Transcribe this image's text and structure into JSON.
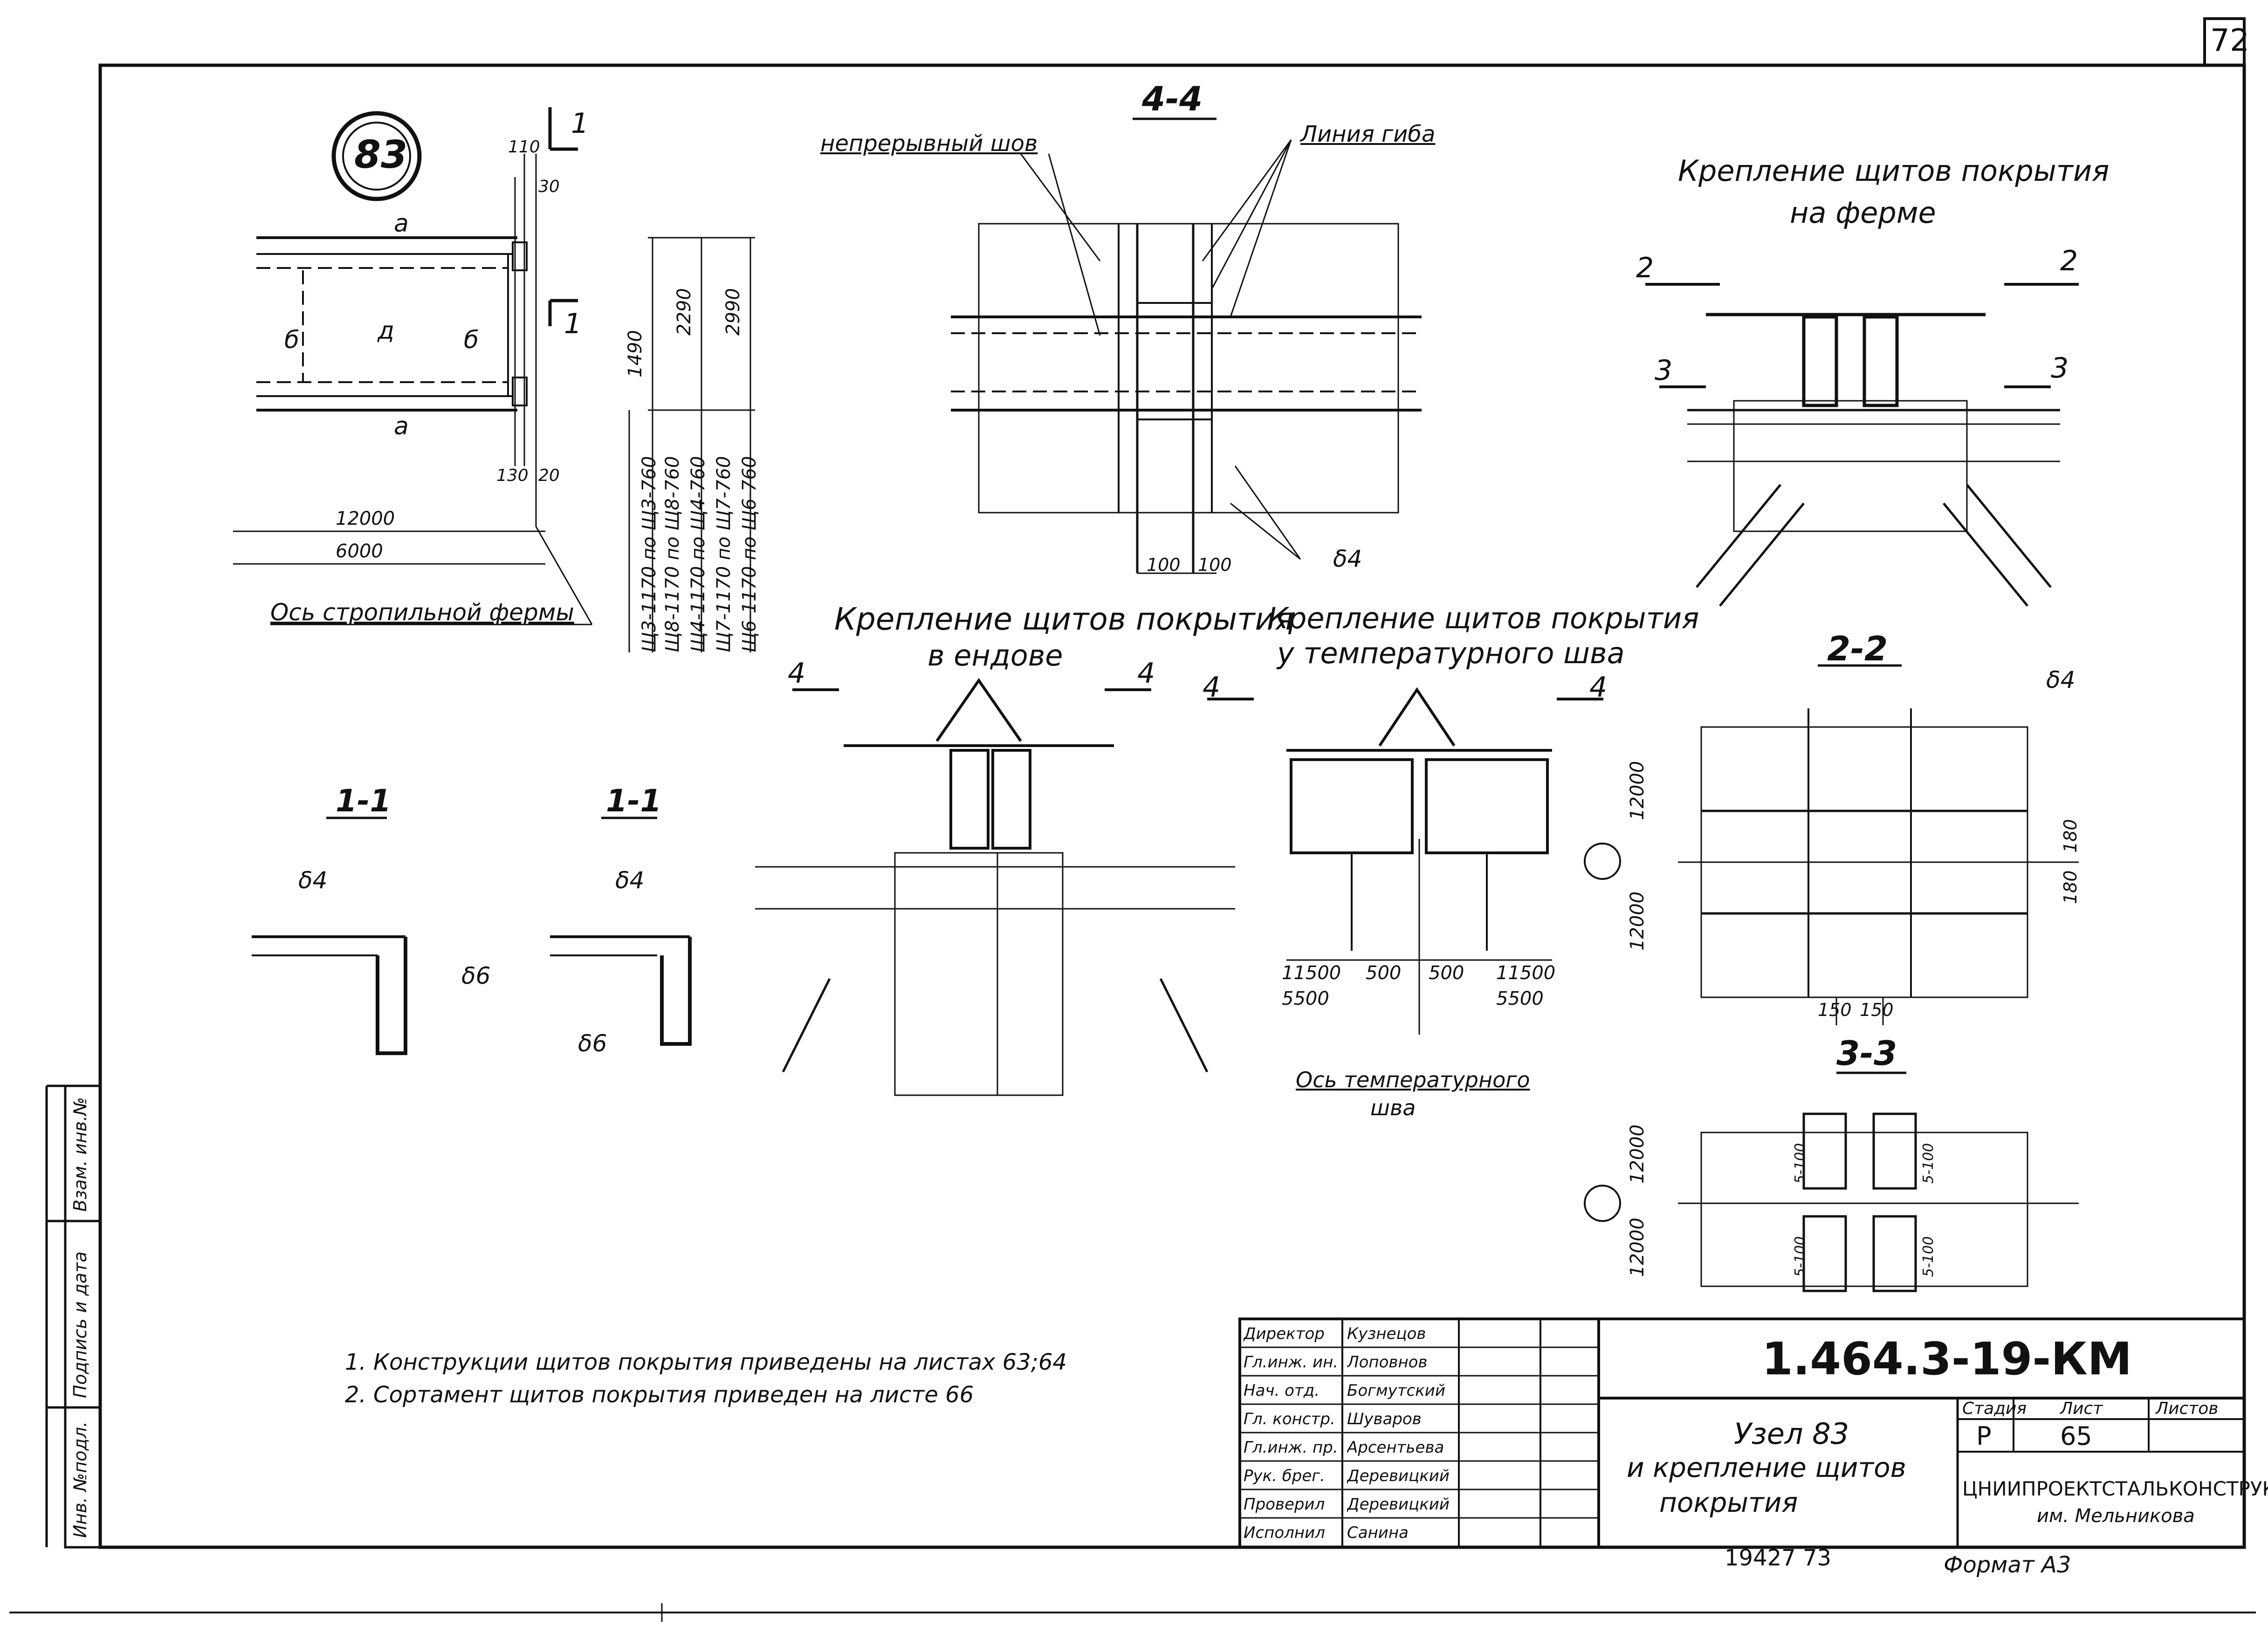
{
  "page_number": "72",
  "node": {
    "number": "83"
  },
  "sections": {
    "s44": "4-4",
    "s11a": "1-1",
    "s11b": "1-1",
    "s22": "2-2",
    "s33": "3-3"
  },
  "section_marks": {
    "one": "1",
    "two": "2",
    "three": "3",
    "four": "4"
  },
  "captions": {
    "truss": [
      "Крепление щитов покрытия",
      "на ферме"
    ],
    "valley": [
      "Крепление щитов покрытия",
      "в ендове"
    ],
    "joint": [
      "Крепление щитов покрытия",
      "у температурного шва"
    ]
  },
  "labels": {
    "continuous_weld": "непрерывный шов",
    "bend_line": "Линия гиба",
    "truss_axis": "Ось стропильной фермы",
    "joint_axis": [
      "Ось температурного",
      "шва"
    ],
    "a": "а",
    "b": "б",
    "d": "д",
    "s4": "δ4",
    "s6": "δ6"
  },
  "dims": {
    "d110": "110",
    "d30": "30",
    "d130": "130",
    "d20": "20",
    "d12000": "12000",
    "d6000": "6000",
    "d1490": "1490",
    "d2290": "2290",
    "d2990": "2990",
    "d100a": "100",
    "d100b": "100",
    "d11500": "11500",
    "d5500": "5500",
    "d500": "500",
    "d180": "180",
    "d150": "150",
    "d5_100": "5-100"
  },
  "panel_ranges": [
    "Щ3-1170 по Щ3-760",
    "Щ8-1170 по Щ8-760",
    "Щ4-1170 по Щ4-760",
    "Щ7-1170 по Щ7-760",
    "Щ6-1170 по Щ6-760"
  ],
  "notes": [
    "1. Конструкции щитов покрытия приведены на листах 63;64",
    "2. Сортамент щитов покрытия приведен на листе 66"
  ],
  "side_stamp": [
    "Инв. №подл.",
    "Подпись и дата",
    "Взам. инв.№"
  ],
  "title_block": {
    "code": "1.464.3-19-КМ",
    "title": [
      "Узел 83",
      "и крепление щитов",
      "покрытия"
    ],
    "stage_label": "Стадия",
    "sheet_label": "Лист",
    "sheets_label": "Листов",
    "stage": "Р",
    "sheet": "65",
    "org": [
      "ЦНИИПРОЕКТСТАЛЬКОНСТРУКЦИЯ",
      "им. Мельникова"
    ],
    "roles": [
      {
        "role": "Директор",
        "name": "Кузнецов"
      },
      {
        "role": "Гл.инж. ин.",
        "name": "Лоповнов"
      },
      {
        "role": "Нач. отд.",
        "name": "Богмутский"
      },
      {
        "role": "Гл. констр.",
        "name": "Шуваров"
      },
      {
        "role": "Гл.инж. пр.",
        "name": "Арсентьева"
      },
      {
        "role": "Рук. брег.",
        "name": "Деревицкий"
      },
      {
        "role": "Проверил",
        "name": "Деревицкий"
      },
      {
        "role": "Исполнил",
        "name": "Санина"
      }
    ]
  },
  "footer": {
    "archive": "19427 73",
    "format": "Формат А3"
  }
}
